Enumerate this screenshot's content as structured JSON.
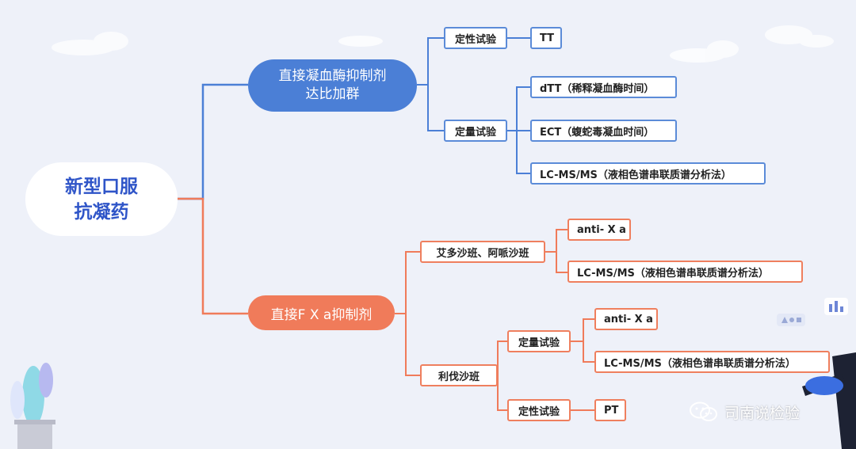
{
  "mindmap": {
    "root": {
      "line1": "新型口服",
      "line2": "抗凝药"
    },
    "branch_direct_thrombin": {
      "line1": "直接凝血酶抑制剂",
      "line2": "达比加群",
      "qualitative": {
        "label": "定性试验",
        "items": [
          "TT"
        ]
      },
      "quantitative": {
        "label": "定量试验",
        "items": [
          "dTT（稀释凝血酶时间）",
          "ECT（蝮蛇毒凝血时间）",
          "LC-MS/MS（液相色谱串联质谱分析法）"
        ]
      }
    },
    "branch_direct_fxa": {
      "label": "直接F X a抑制剂",
      "edoxaban_apixaban": {
        "label": "艾多沙班、阿哌沙班",
        "items": [
          "anti- X a",
          "LC-MS/MS（液相色谱串联质谱分析法）"
        ]
      },
      "rivaroxaban": {
        "label": "利伐沙班",
        "quantitative": {
          "label": "定量试验",
          "items": [
            "anti- X a",
            "LC-MS/MS（液相色谱串联质谱分析法）"
          ]
        },
        "qualitative": {
          "label": "定性试验",
          "items": [
            "PT"
          ]
        }
      }
    }
  },
  "watermark": {
    "text": "司南说检验",
    "icon": "wechat-icon"
  },
  "colors": {
    "blue": "#4b7fd6",
    "orange": "#f07b5a",
    "root_text": "#2f55c8",
    "background": "#eef1f9"
  }
}
